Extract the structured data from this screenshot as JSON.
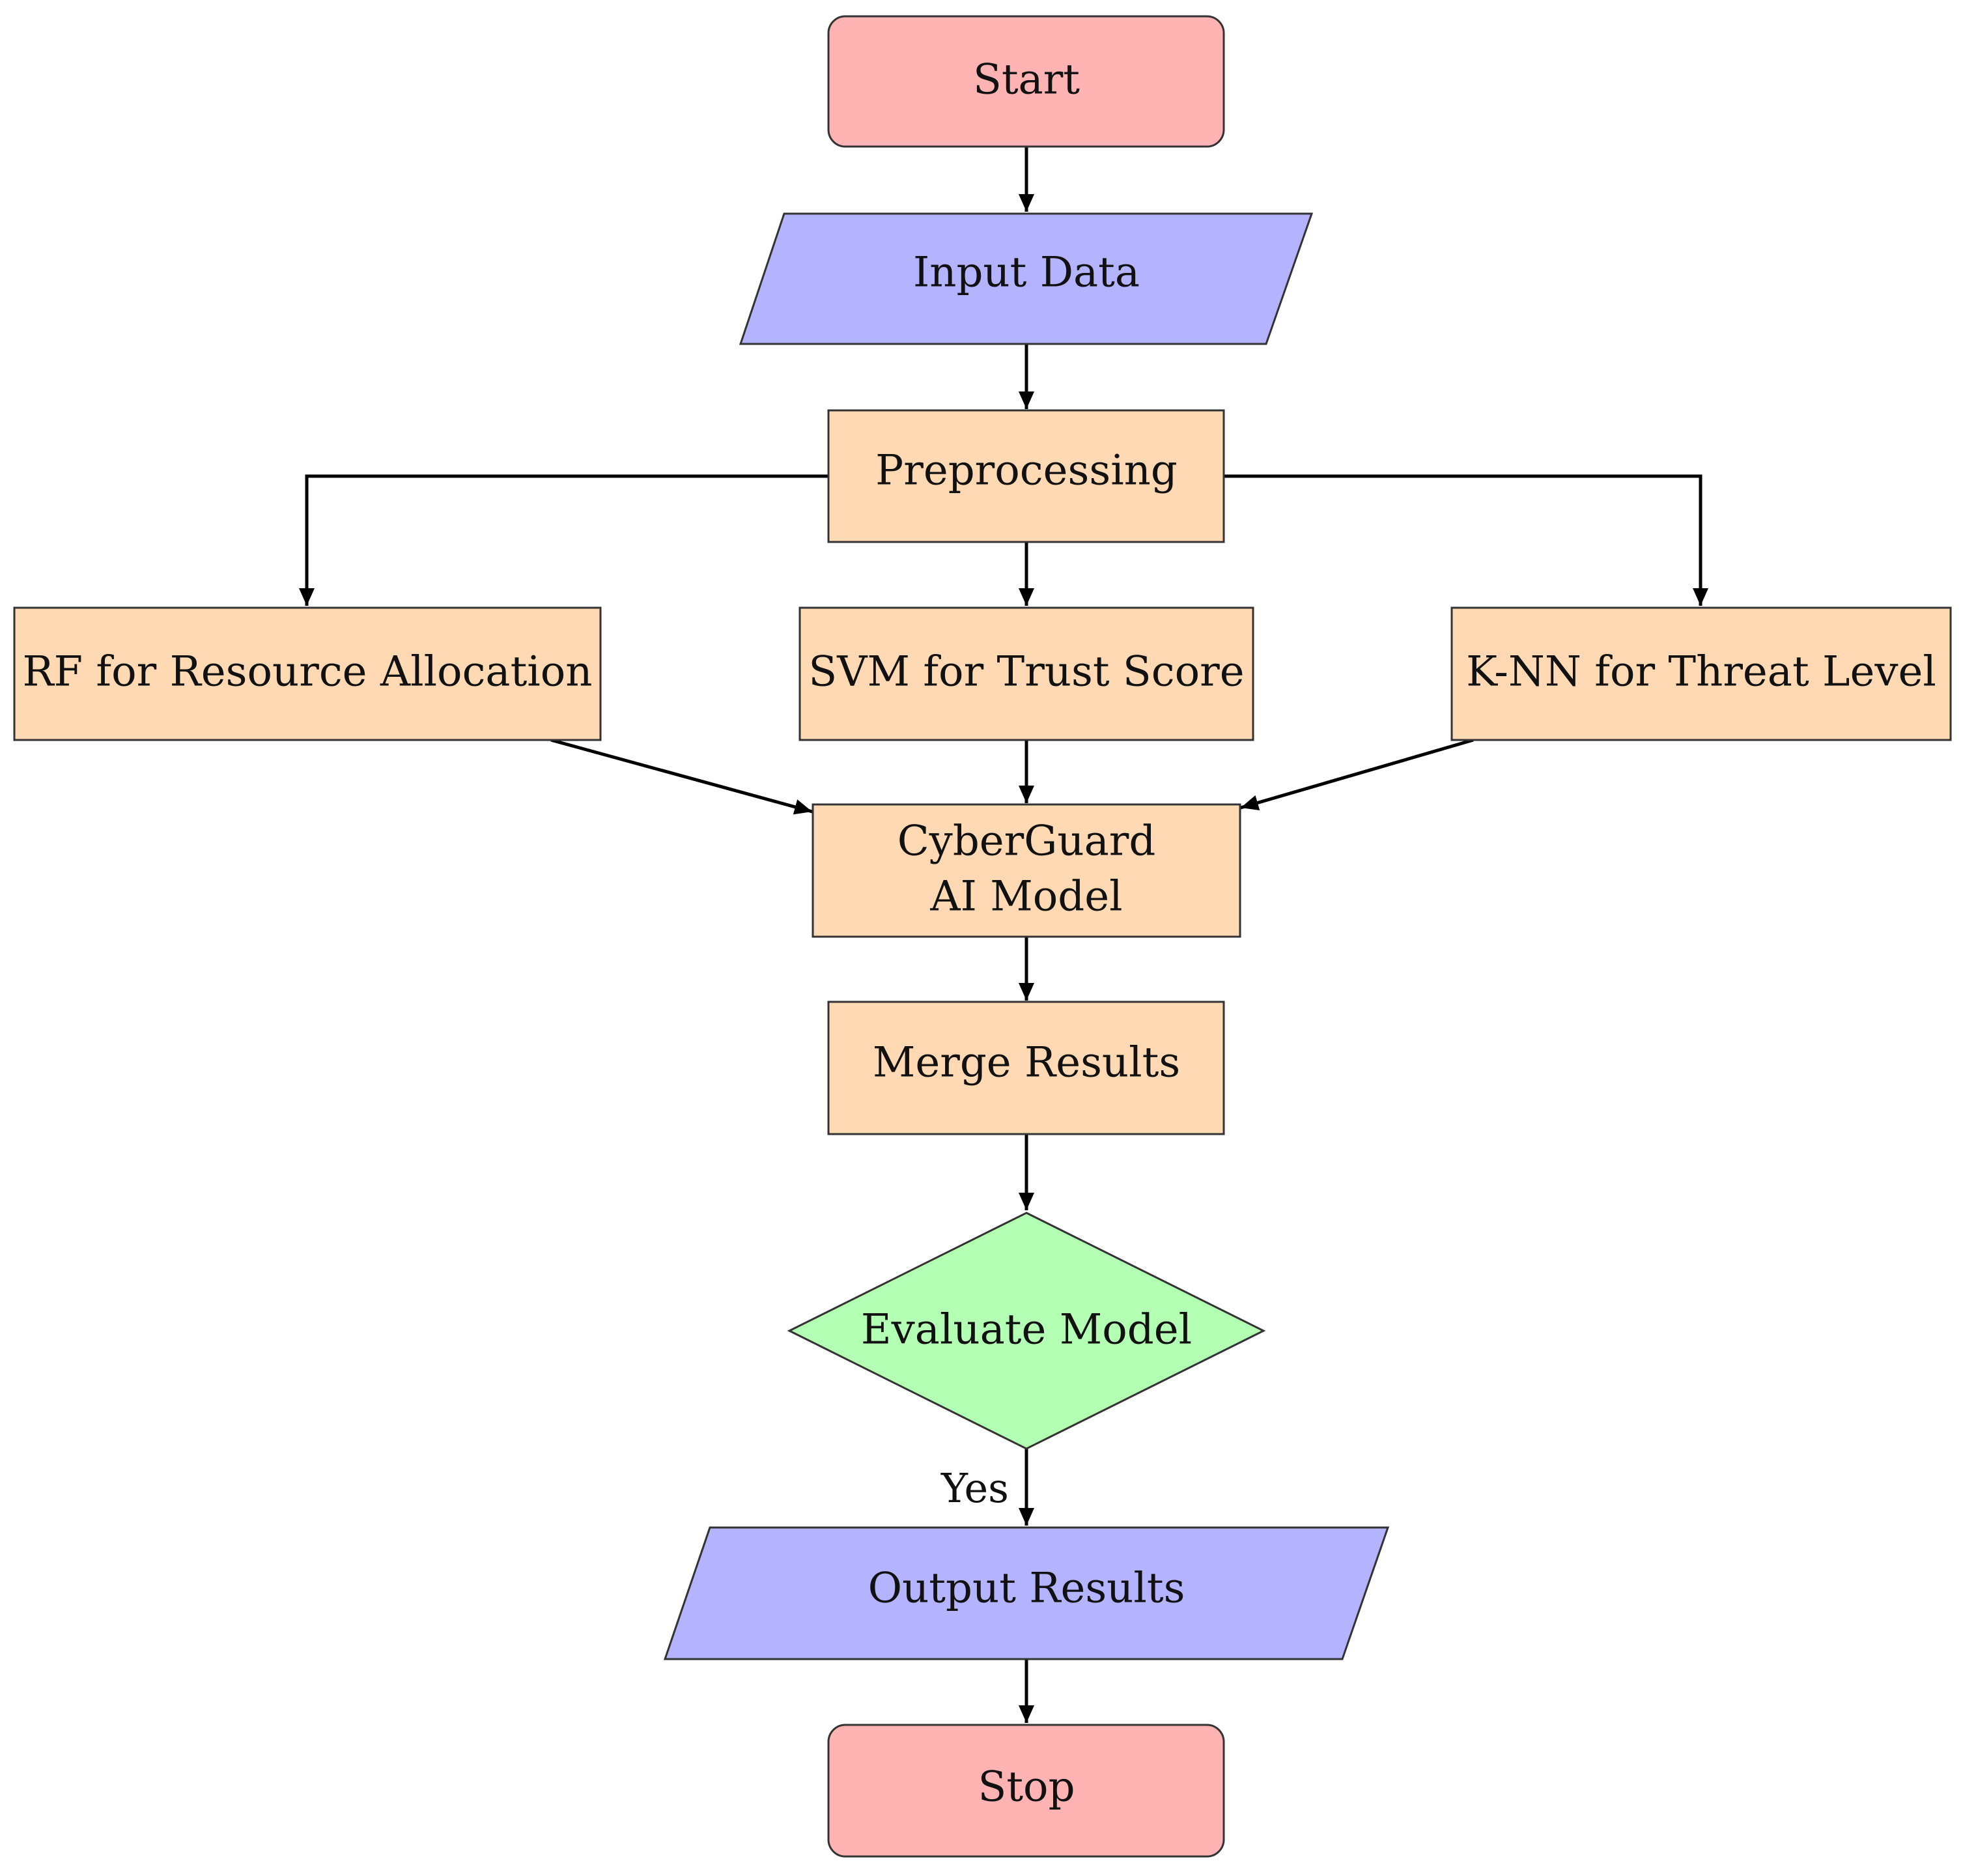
{
  "colors": {
    "terminal": "#ffb3b3",
    "io": "#b3b3ff",
    "process": "#ffd9b3",
    "decision": "#b3ffb3"
  },
  "nodes": {
    "start": {
      "label": "Start"
    },
    "input_data": {
      "label": "Input Data"
    },
    "preprocessing": {
      "label": "Preprocessing"
    },
    "rf": {
      "label": "RF for Resource Allocation"
    },
    "svm": {
      "label": "SVM for Trust Score"
    },
    "knn": {
      "label": "K-NN for Threat Level"
    },
    "cyberguard": {
      "label_line1": "CyberGuard",
      "label_line2": "AI Model"
    },
    "merge": {
      "label": "Merge Results"
    },
    "evaluate": {
      "label": "Evaluate Model"
    },
    "output": {
      "label": "Output Results"
    },
    "stop": {
      "label": "Stop"
    }
  },
  "edges": {
    "yes_label": "Yes"
  }
}
